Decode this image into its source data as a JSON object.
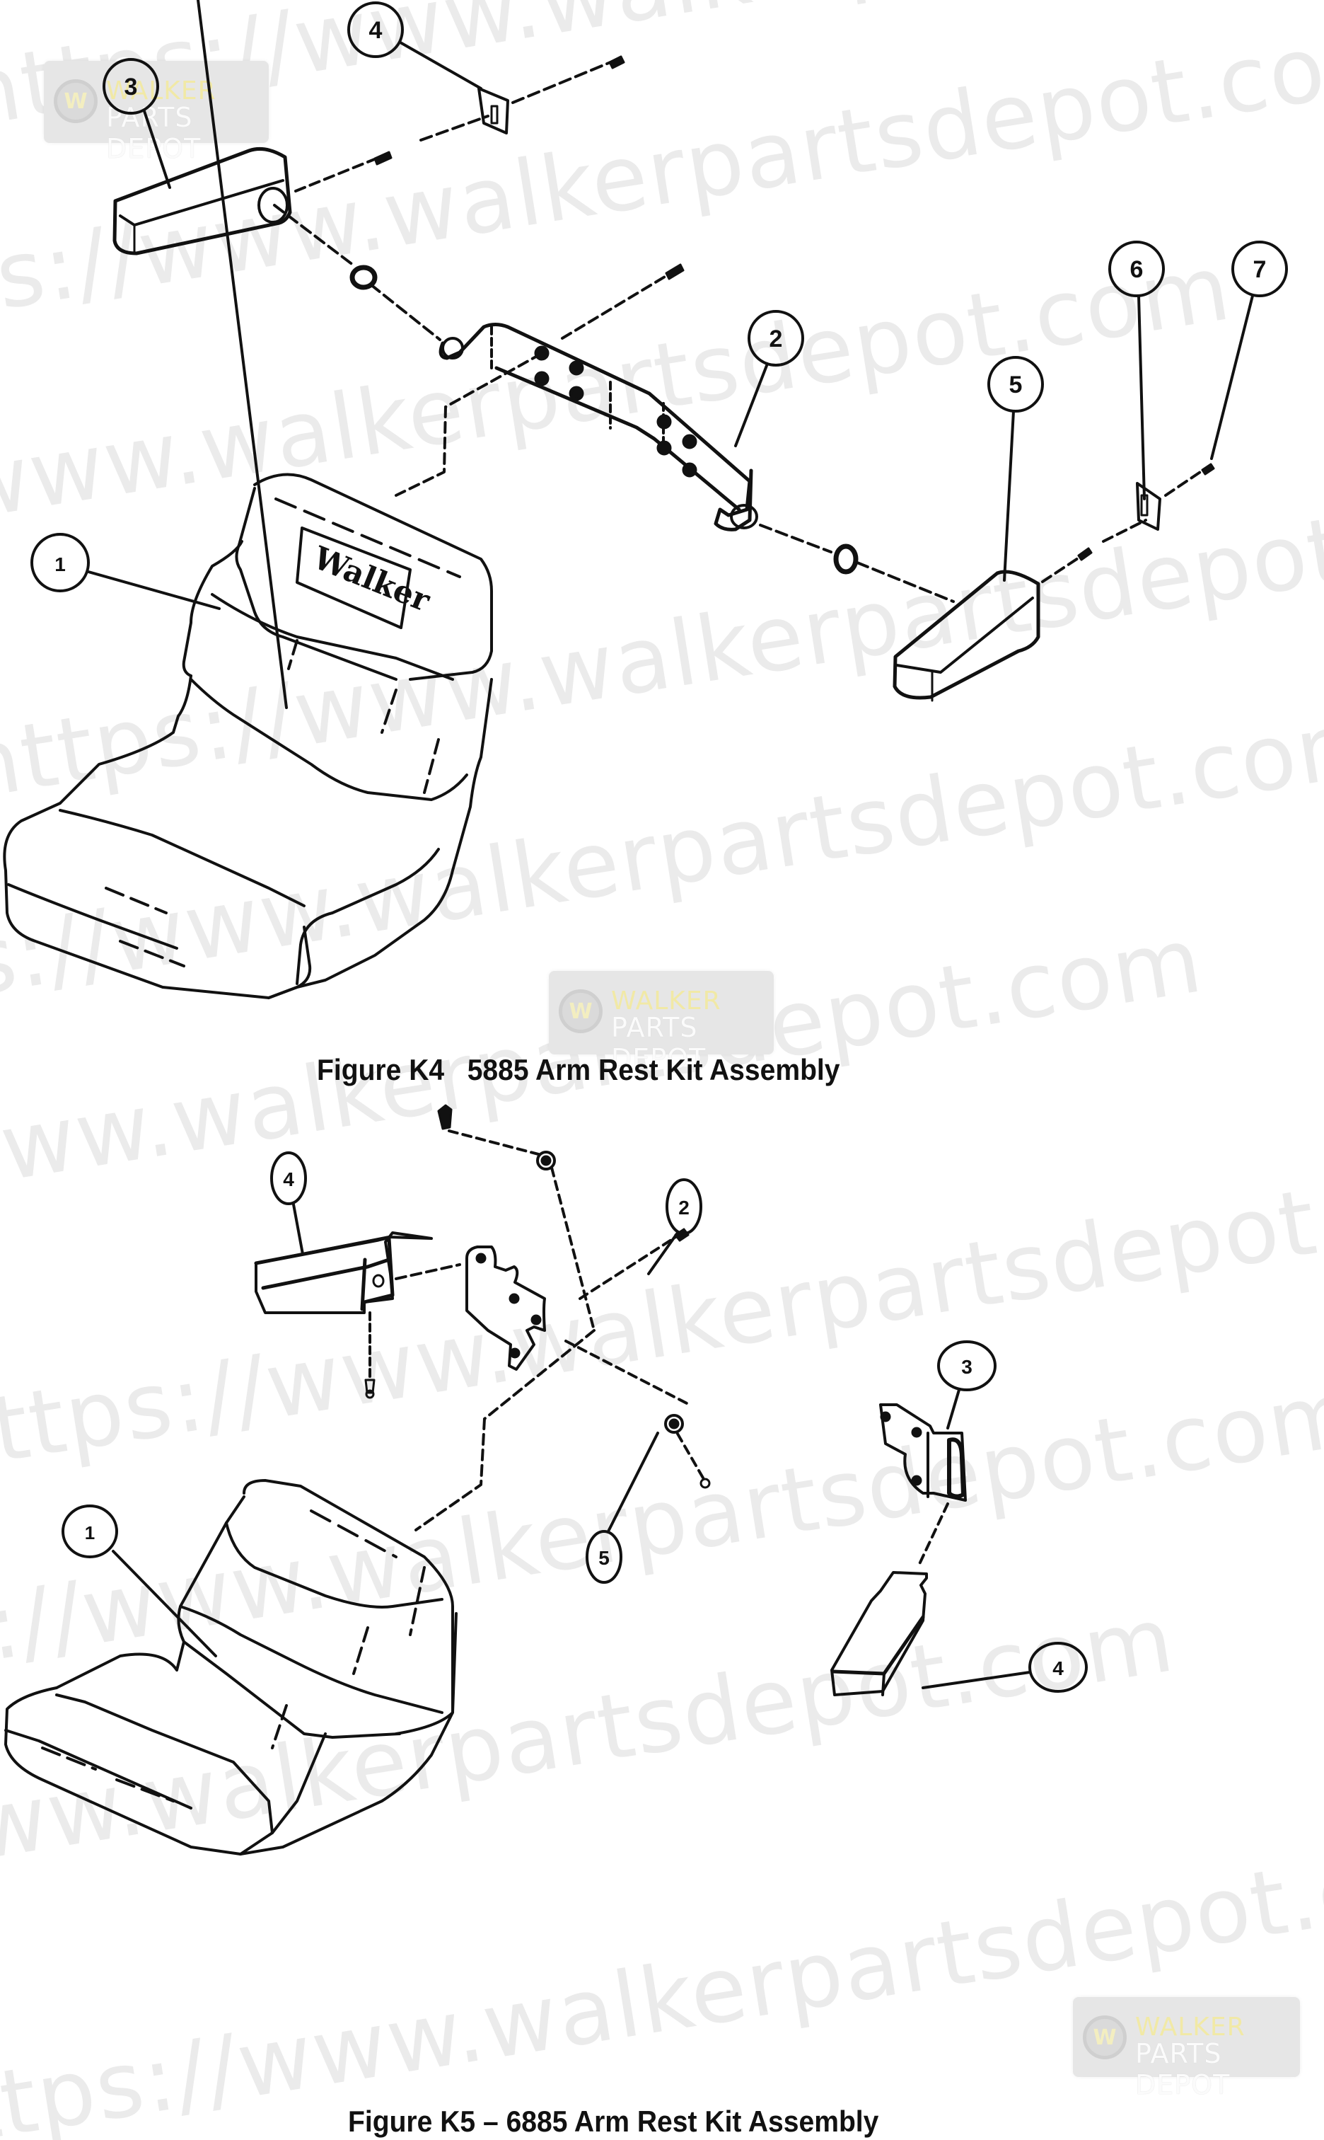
{
  "document": {
    "figures": [
      {
        "id": "K4",
        "caption": "Figure K4   5885 Arm Rest Kit Assembly",
        "callouts": [
          {
            "label": "1",
            "part": "seat"
          },
          {
            "label": "2",
            "part": "arm rest bracket"
          },
          {
            "label": "3",
            "part": "left arm rest"
          },
          {
            "label": "4",
            "part": "plate"
          },
          {
            "label": "5",
            "part": "right arm rest"
          },
          {
            "label": "6",
            "part": "plate"
          },
          {
            "label": "7",
            "part": "screw"
          }
        ],
        "seat_logo": "Walker"
      },
      {
        "id": "K5",
        "caption": "Figure K5 – 6885 Arm Rest Kit Assembly",
        "callouts": [
          {
            "label": "1",
            "part": "seat"
          },
          {
            "label": "2",
            "part": "left bracket"
          },
          {
            "label": "3",
            "part": "right bracket"
          },
          {
            "label": "4",
            "part": "left arm rest"
          },
          {
            "label": "5",
            "part": "spacer"
          },
          {
            "label": "4",
            "part": "right arm rest"
          }
        ]
      }
    ],
    "watermark": {
      "text_a": "https://www.walkerpartsdepot.com",
      "text_b": "walkerpartsdepot.com",
      "badge_line1": "WALKER",
      "badge_line2": "PARTS DEPOT",
      "badge_logo": "W",
      "color": "#ebebeb",
      "badge_bg": "#e6e6e6",
      "badge_yellow": "#f1e9a6"
    },
    "line_color": "#111111",
    "background": "#ffffff"
  }
}
